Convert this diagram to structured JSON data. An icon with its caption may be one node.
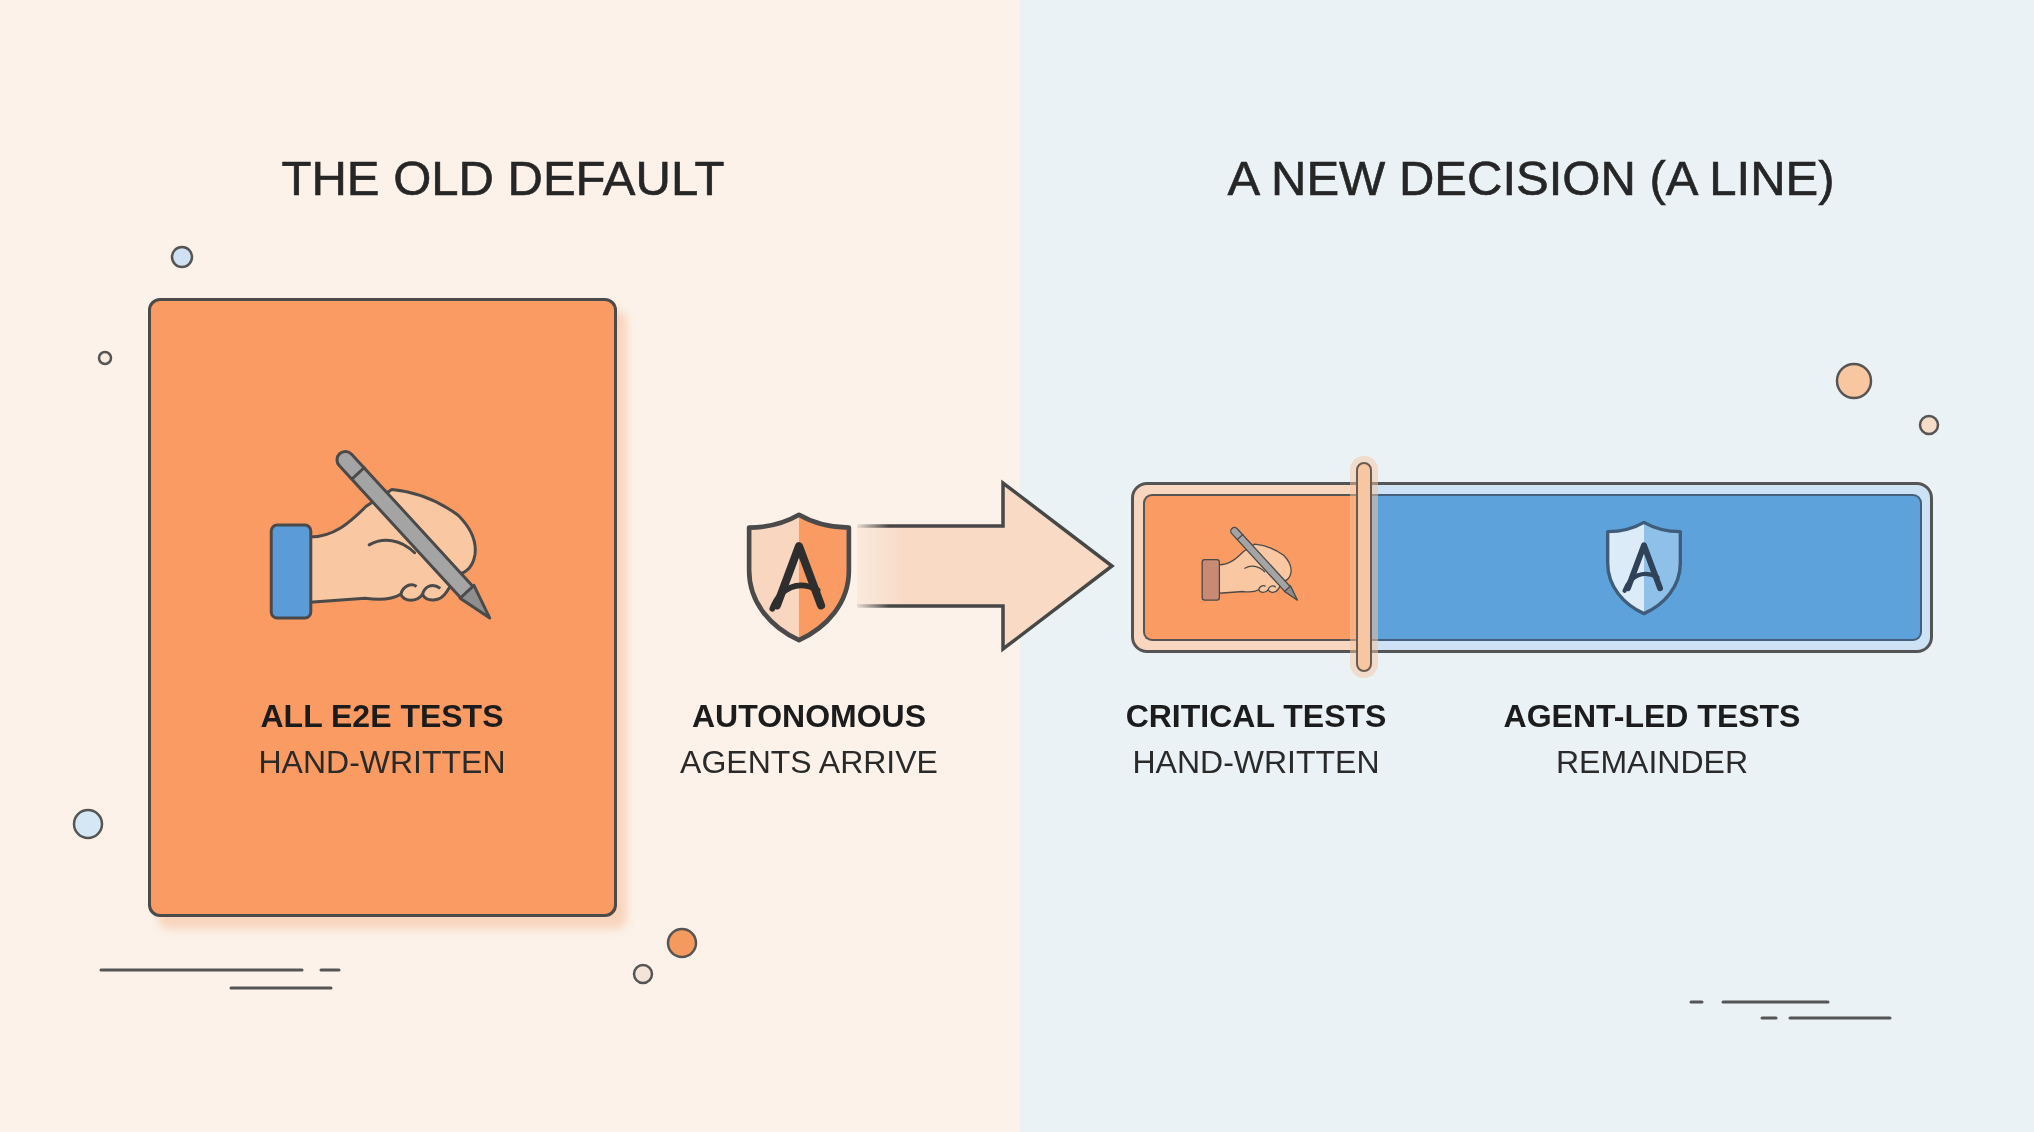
{
  "diagram": {
    "nodes": [
      {
        "text": [
          "THE OLD DEFAULT"
        ]
      },
      {
        "text": [
          "ALL E2E TESTS",
          "HAND-WRITTEN"
        ],
        "in": 0
      },
      {
        "text": [
          "AUTONOMOUS",
          "AGENTS ARRIVE"
        ],
        "in": 0
      },
      {
        "text": [
          "A NEW DECISION (A LINE)"
        ]
      },
      {
        "text": [],
        "shape": "bar",
        "in": 3
      },
      {
        "text": [
          "CRITICAL TESTS",
          "HAND-WRITTEN"
        ],
        "in": 4
      },
      {
        "text": [],
        "shape": "bar",
        "in": 3
      },
      {
        "text": [
          "AGENT-LED TESTS",
          "REMAINDER"
        ],
        "in": 4
      }
    ],
    "edges": [
      {
        "from": 2,
        "to": 4,
        "arrow": "to"
      }
    ]
  }
}
